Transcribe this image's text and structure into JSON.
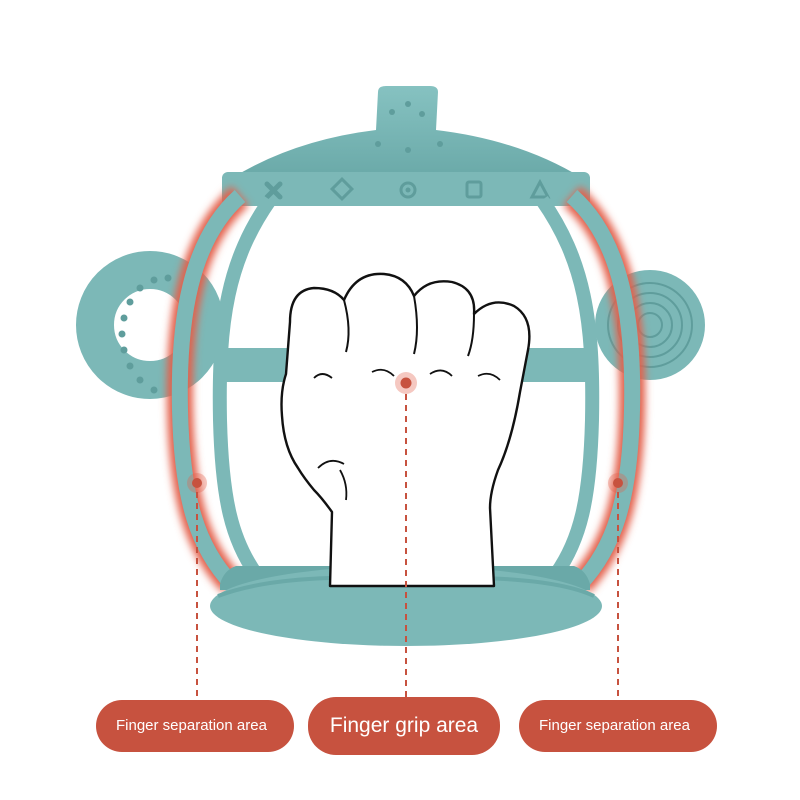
{
  "labels": {
    "left": "Finger separation area",
    "center": "Finger grip area",
    "right": "Finger separation area"
  },
  "colors": {
    "teal": "#7cb8b7",
    "teal_dark": "#5f9d9c",
    "accent": "#c7523f",
    "glow": "#e3604c"
  },
  "icons": [
    "cross-icon",
    "diamond-icon",
    "circle-icon",
    "square-icon",
    "triangle-icon"
  ]
}
